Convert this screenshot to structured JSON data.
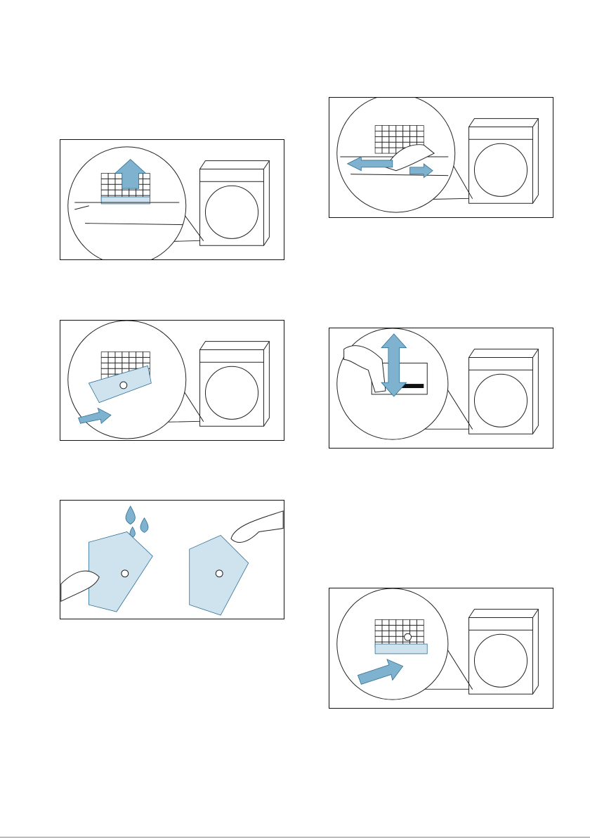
{
  "document": {
    "type": "instruction-manual-page",
    "content": "illustrations-only",
    "palette": {
      "accent_blue": "#7fb2cf",
      "accent_blue_dark": "#2d6f94",
      "accent_blue_light": "#cfe3ef",
      "line": "#222222"
    }
  },
  "figures": [
    {
      "id": "fig-1",
      "icons": [
        "zoom-circle",
        "dryer-icon",
        "up-arrow-icon"
      ]
    },
    {
      "id": "fig-2",
      "icons": [
        "zoom-circle",
        "dryer-icon",
        "pull-out-arrow-icon"
      ]
    },
    {
      "id": "fig-3",
      "icons": [
        "water-drops-icon",
        "hand-icon",
        "filter-tray-icon"
      ]
    },
    {
      "id": "fig-4",
      "icons": [
        "zoom-circle",
        "dryer-icon",
        "left-right-arrow-icon",
        "hand-icon"
      ]
    },
    {
      "id": "fig-5",
      "icons": [
        "zoom-circle",
        "dryer-icon",
        "up-down-arrow-icon",
        "brush-icon"
      ]
    },
    {
      "id": "fig-6",
      "icons": [
        "zoom-circle",
        "dryer-icon",
        "push-in-arrow-icon"
      ]
    }
  ]
}
